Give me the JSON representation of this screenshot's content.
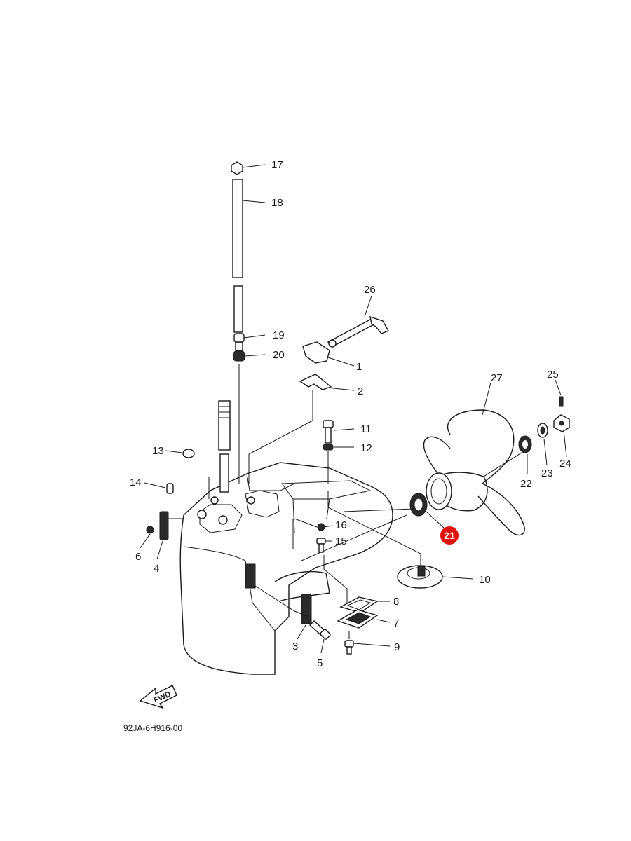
{
  "diagram": {
    "part_numbers": [
      "1",
      "2",
      "3",
      "4",
      "5",
      "6",
      "7",
      "8",
      "9",
      "10",
      "11",
      "12",
      "13",
      "14",
      "15",
      "16",
      "17",
      "18",
      "19",
      "20",
      "22",
      "23",
      "24",
      "25",
      "26",
      "27"
    ],
    "highlighted_part": "21",
    "highlight_color": "#e3120b",
    "forward_label": "FWD",
    "drawing_code": "92JA-6H916-00"
  }
}
